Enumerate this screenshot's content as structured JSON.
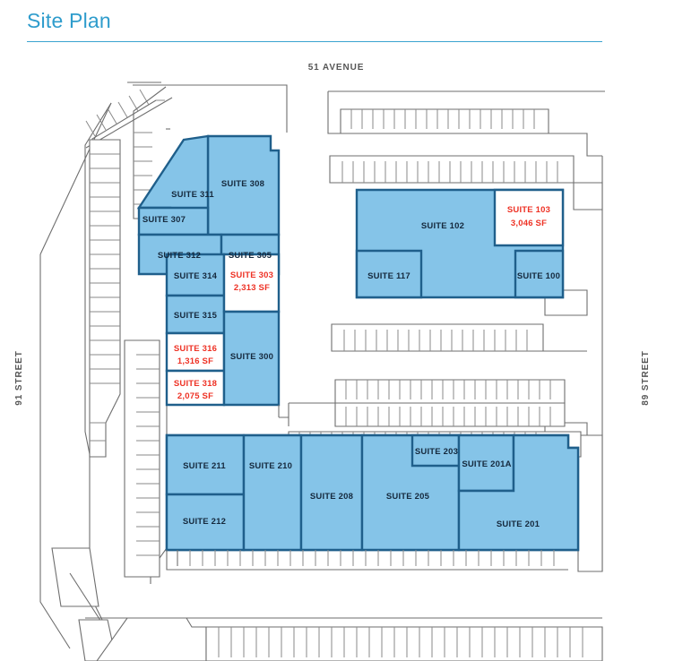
{
  "header": {
    "title": "Site Plan"
  },
  "streets": {
    "top": "51 AVENUE",
    "left": "91 STREET",
    "right": "89 STREET"
  },
  "colors": {
    "title": "#2e9ccc",
    "rule": "#3ba3d0",
    "suite_fill": "#85c4e8",
    "suite_stroke": "#1f5f8b",
    "vacant_fill": "#ffffff",
    "vacant_text": "#ee3124",
    "leased_text": "#15293d",
    "site_line": "#6e6e6e"
  },
  "buildings": [
    {
      "name": "north-building",
      "suites": [
        {
          "id": "102",
          "label": "SUITE 102",
          "area": "",
          "status": "leased"
        },
        {
          "id": "103",
          "label": "SUITE 103",
          "area": "3,046 SF",
          "status": "vacant"
        },
        {
          "id": "117",
          "label": "SUITE 117",
          "area": "",
          "status": "leased"
        },
        {
          "id": "100",
          "label": "SUITE 100",
          "area": "",
          "status": "leased"
        }
      ]
    },
    {
      "name": "west-building",
      "suites": [
        {
          "id": "308",
          "label": "SUITE 308",
          "area": "",
          "status": "leased"
        },
        {
          "id": "311",
          "label": "SUITE 311",
          "area": "",
          "status": "leased"
        },
        {
          "id": "307",
          "label": "SUITE 307",
          "area": "",
          "status": "leased"
        },
        {
          "id": "312",
          "label": "SUITE 312",
          "area": "",
          "status": "leased"
        },
        {
          "id": "305",
          "label": "SUITE 305",
          "area": "",
          "status": "leased"
        },
        {
          "id": "314",
          "label": "SUITE 314",
          "area": "",
          "status": "leased"
        },
        {
          "id": "315",
          "label": "SUITE 315",
          "area": "",
          "status": "leased"
        },
        {
          "id": "316",
          "label": "SUITE 316",
          "area": "1,316 SF",
          "status": "vacant"
        },
        {
          "id": "318",
          "label": "SUITE 318",
          "area": "2,075 SF",
          "status": "vacant"
        },
        {
          "id": "303",
          "label": "SUITE 303",
          "area": "2,313 SF",
          "status": "vacant"
        },
        {
          "id": "300",
          "label": "SUITE 300",
          "area": "",
          "status": "leased"
        }
      ]
    },
    {
      "name": "south-building",
      "suites": [
        {
          "id": "211",
          "label": "SUITE 211",
          "area": "",
          "status": "leased"
        },
        {
          "id": "212",
          "label": "SUITE 212",
          "area": "",
          "status": "leased"
        },
        {
          "id": "210",
          "label": "SUITE 210",
          "area": "",
          "status": "leased"
        },
        {
          "id": "208",
          "label": "SUITE 208",
          "area": "",
          "status": "leased"
        },
        {
          "id": "205",
          "label": "SUITE 205",
          "area": "",
          "status": "leased"
        },
        {
          "id": "203",
          "label": "SUITE 203",
          "area": "",
          "status": "leased"
        },
        {
          "id": "201A",
          "label": "SUITE 201A",
          "area": "",
          "status": "leased"
        },
        {
          "id": "201",
          "label": "SUITE 201",
          "area": "",
          "status": "leased"
        }
      ]
    }
  ],
  "labels": {
    "suite_102": "SUITE 102",
    "suite_103": "SUITE 103",
    "suite_103_area": "3,046 SF",
    "suite_117": "SUITE 117",
    "suite_100": "SUITE 100",
    "suite_308": "SUITE 308",
    "suite_311": "SUITE 311",
    "suite_307": "SUITE 307",
    "suite_312": "SUITE 312",
    "suite_305": "SUITE 305",
    "suite_314": "SUITE 314",
    "suite_315": "SUITE 315",
    "suite_316": "SUITE 316",
    "suite_316_area": "1,316 SF",
    "suite_318": "SUITE 318",
    "suite_318_area": "2,075 SF",
    "suite_303": "SUITE 303",
    "suite_303_area": "2,313 SF",
    "suite_300": "SUITE 300",
    "suite_211": "SUITE 211",
    "suite_212": "SUITE 212",
    "suite_210": "SUITE 210",
    "suite_208": "SUITE 208",
    "suite_205": "SUITE 205",
    "suite_203": "SUITE 203",
    "suite_201a": "SUITE 201A",
    "suite_201": "SUITE 201"
  }
}
